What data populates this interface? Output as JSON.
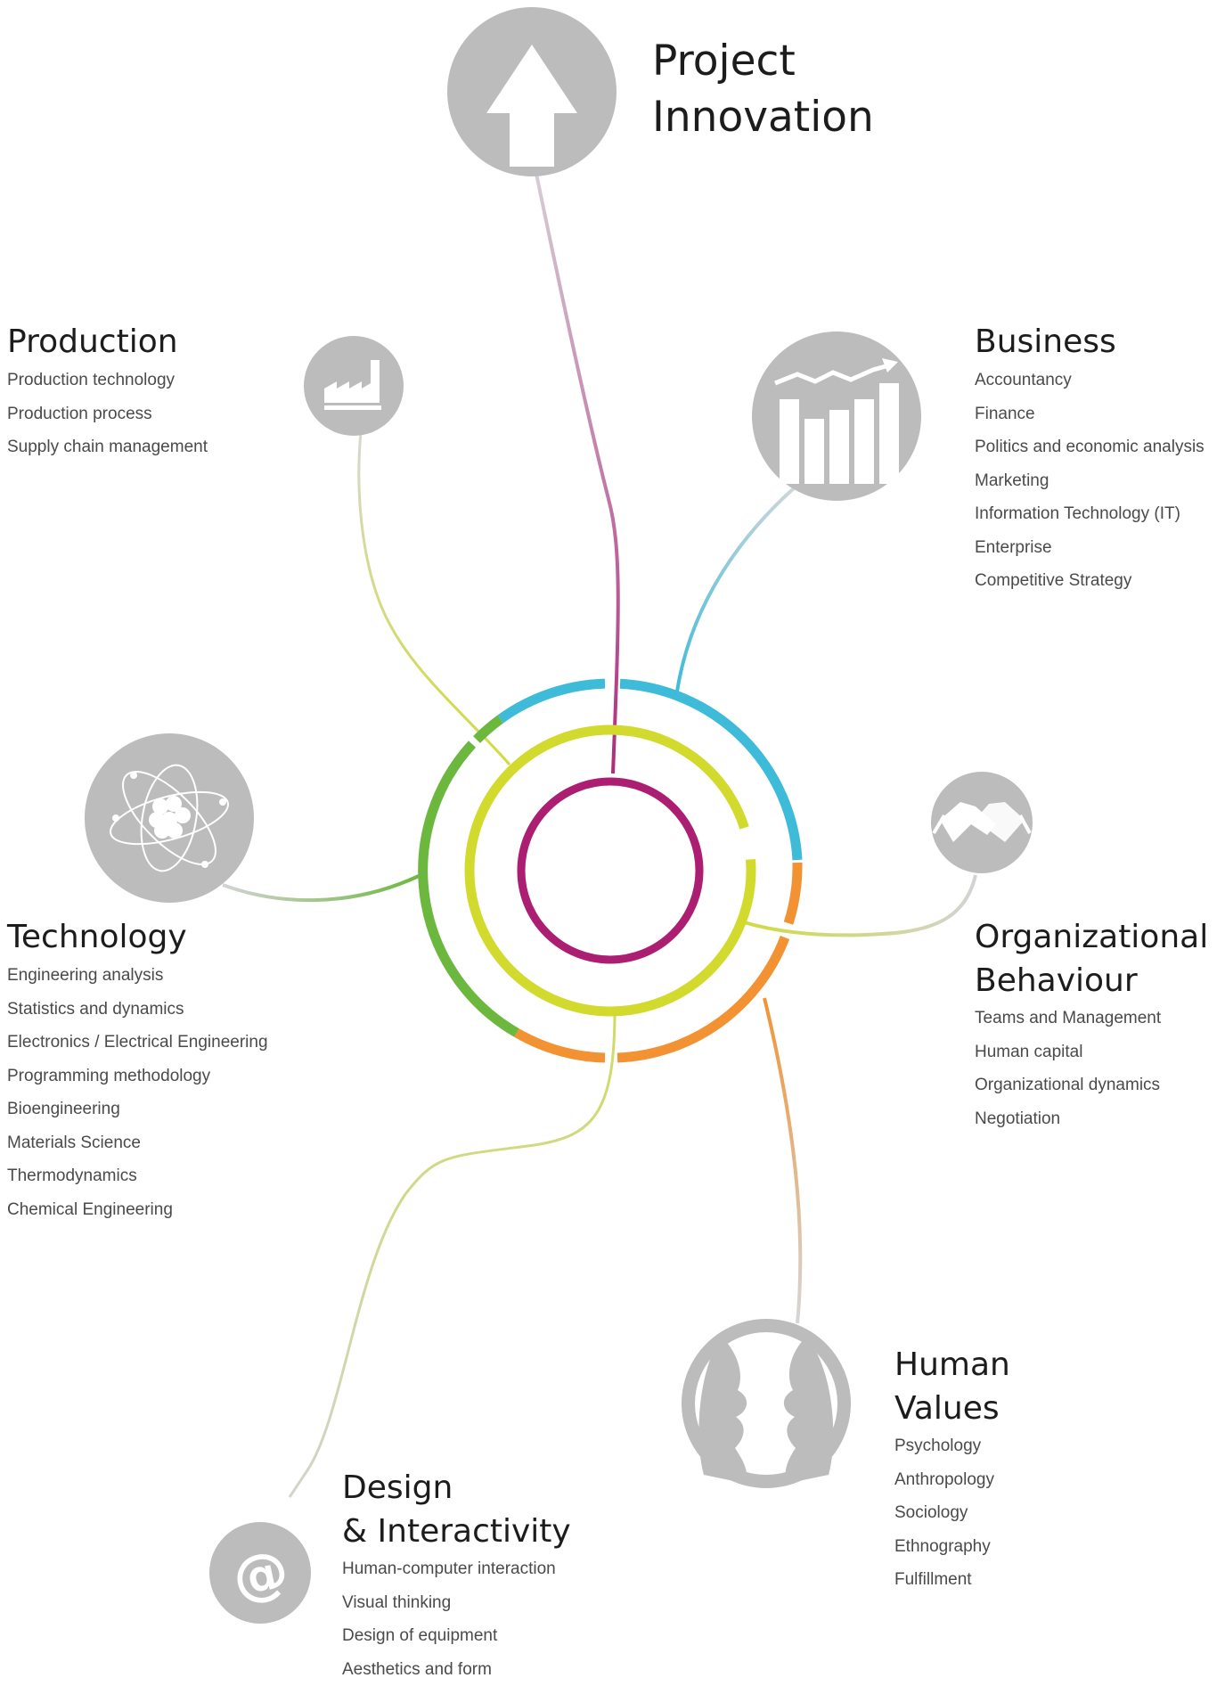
{
  "diagram": {
    "colors": {
      "project_innovation": "#ad2a7d",
      "business": "#3dbbd8",
      "production": "#cfdc5f",
      "technology": "#6cb83f",
      "organizational_behaviour": "#f29232",
      "human_values": "#f29232",
      "design": "#cdd94a",
      "inner_ring": "#ab1e72",
      "middle_ring": "#d2da2e",
      "icon_fill": "#bcbcbc"
    },
    "nodes": {
      "project_innovation": {
        "title_line1": "Project",
        "title_line2": "Innovation",
        "icon": "arrow-up-icon"
      },
      "production": {
        "title": "Production",
        "icon": "factory-icon",
        "items": [
          "Production technology",
          "Production process",
          "Supply chain management"
        ]
      },
      "business": {
        "title": "Business",
        "icon": "bar-chart-icon",
        "items": [
          "Accountancy",
          "Finance",
          "Politics and economic analysis",
          "Marketing",
          "Information Technology (IT)",
          "Enterprise",
          "Competitive Strategy"
        ]
      },
      "technology": {
        "title": "Technology",
        "icon": "atom-icon",
        "items": [
          "Engineering analysis",
          "Statistics and dynamics",
          "Electronics / Electrical Engineering",
          "Programming methodology",
          "Bioengineering",
          "Materials Science",
          "Thermodynamics",
          "Chemical Engineering"
        ]
      },
      "organizational_behaviour": {
        "title_line1": "Organizational",
        "title_line2": "Behaviour",
        "icon": "handshake-icon",
        "items": [
          "Teams and Management",
          "Human capital",
          "Organizational dynamics",
          "Negotiation"
        ]
      },
      "human_values": {
        "title_line1": "Human",
        "title_line2": "Values",
        "icon": "two-faces-icon",
        "items": [
          "Psychology",
          "Anthropology",
          "Sociology",
          "Ethnography",
          "Fulfillment"
        ]
      },
      "design": {
        "title_line1": "Design",
        "title_line2": "& Interactivity",
        "icon": "at-sign-icon",
        "items": [
          "Human-computer interaction",
          "Visual thinking",
          "Design of equipment",
          "Aesthetics and form"
        ]
      }
    }
  }
}
